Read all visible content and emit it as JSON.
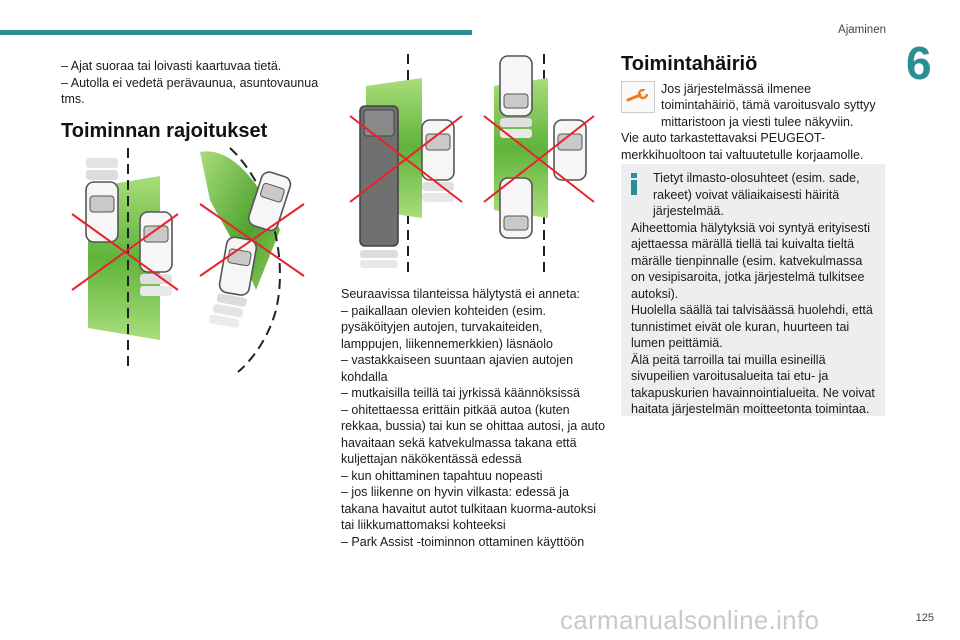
{
  "header": {
    "section": "Ajaminen",
    "chapter": "6",
    "page": "125"
  },
  "column1": {
    "lines": [
      "– Ajat suoraa tai loivasti kaartuvaa tietä.",
      "– Autolla ei vedetä perävaunua, asuntovaunua tms."
    ],
    "heading": "Toiminnan rajoitukset"
  },
  "column2": {
    "intro": "Seuraavissa tilanteissa hälytystä ei anneta:",
    "items": [
      "– paikallaan olevien kohteiden (esim. pysäköityjen autojen, turvakaiteiden, lamppujen, liikennemerkkien) läsnäolo",
      "– vastakkaiseen suuntaan ajavien autojen kohdalla",
      "– mutkaisilla teillä tai jyrkissä käännöksissä",
      "– ohitettaessa erittäin pitkää autoa (kuten rekkaa, bussia) tai kun se ohittaa autosi, ja auto havaitaan sekä katvekulmassa takana että kuljettajan näkökentässä edessä",
      "– kun ohittaminen tapahtuu nopeasti",
      "– jos liikenne on hyvin vilkasta: edessä ja takana havaitut autot tulkitaan kuorma-autoksi tai liikkumattomaksi kohteeksi",
      "– Park Assist -toiminnon ottaminen käyttöön"
    ]
  },
  "column3": {
    "heading": "Toimintahäiriö",
    "warning_text": "Jos järjestelmässä ilmenee toimintahäiriö, tämä varoitusvalo syttyy mittaristoon ja viesti tulee näkyviin.",
    "after_warning": "Vie auto tarkastettavaksi PEUGEOT-merkkihuoltoon tai valtuutetulle korjaamolle.",
    "info": {
      "first": "Tietyt ilmasto-olosuhteet (esim. sade, rakeet) voivat väliaikaisesti häiritä järjestelmää.",
      "p2": "Aiheettomia hälytyksiä voi syntyä erityisesti ajettaessa märällä tiellä tai kuivalta tieltä märälle tienpinnalle (esim. katvekulmassa on vesipisaroita, jotka järjestelmä tulkitsee autoksi).",
      "p3": "Huolella säällä tai talvisäässä huolehdi, että tunnistimet eivät ole kuran, huurteen tai lumen peittämiä.",
      "p4": "Älä peitä tarroilla tai muilla esineillä sivupeilien varoitusalueita tai etu- ja takapuskurien havainnointialueita. Ne voivat haitata järjestelmän moitteetonta toimintaa."
    }
  },
  "watermark": "carmanualsonline.info",
  "colors": {
    "accent": "#2a8f92",
    "zone_green": "#5fb33a",
    "cross_red": "#e8232d",
    "warning_orange": "#f07b1a"
  },
  "icons": [
    "warning-wrench-icon",
    "info-icon"
  ]
}
